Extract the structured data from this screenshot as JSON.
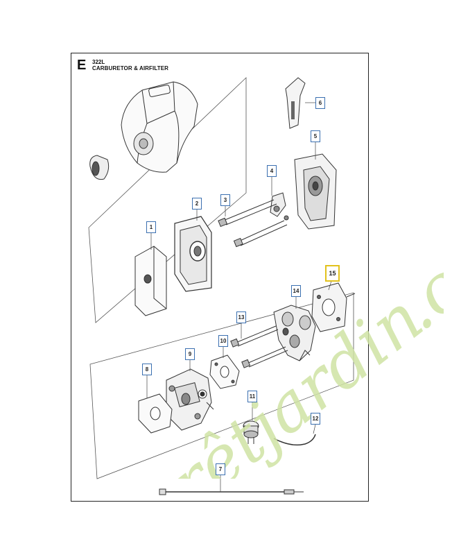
{
  "header": {
    "section_letter": "E",
    "model": "322L",
    "caption": "CARBURETOR & AIRFILTER"
  },
  "parts": {
    "p1": "1",
    "p2": "2",
    "p3": "3",
    "p4": "4",
    "p5": "5",
    "p6": "6",
    "p7": "7",
    "p8": "8",
    "p9": "9",
    "p10": "10",
    "p11": "11",
    "p12": "12",
    "p13": "13",
    "p14": "14",
    "p15": "15"
  },
  "highlighted_part": "15",
  "colors": {
    "label_border": "#3a6fb0",
    "highlight_border": "#e2c21c",
    "watermark_green": "#cfe3a4",
    "watermark_orange": "#f6c592"
  },
  "watermark": {
    "main": "forêtjardin",
    "suffix": ".com",
    "accent_letter": "e"
  }
}
